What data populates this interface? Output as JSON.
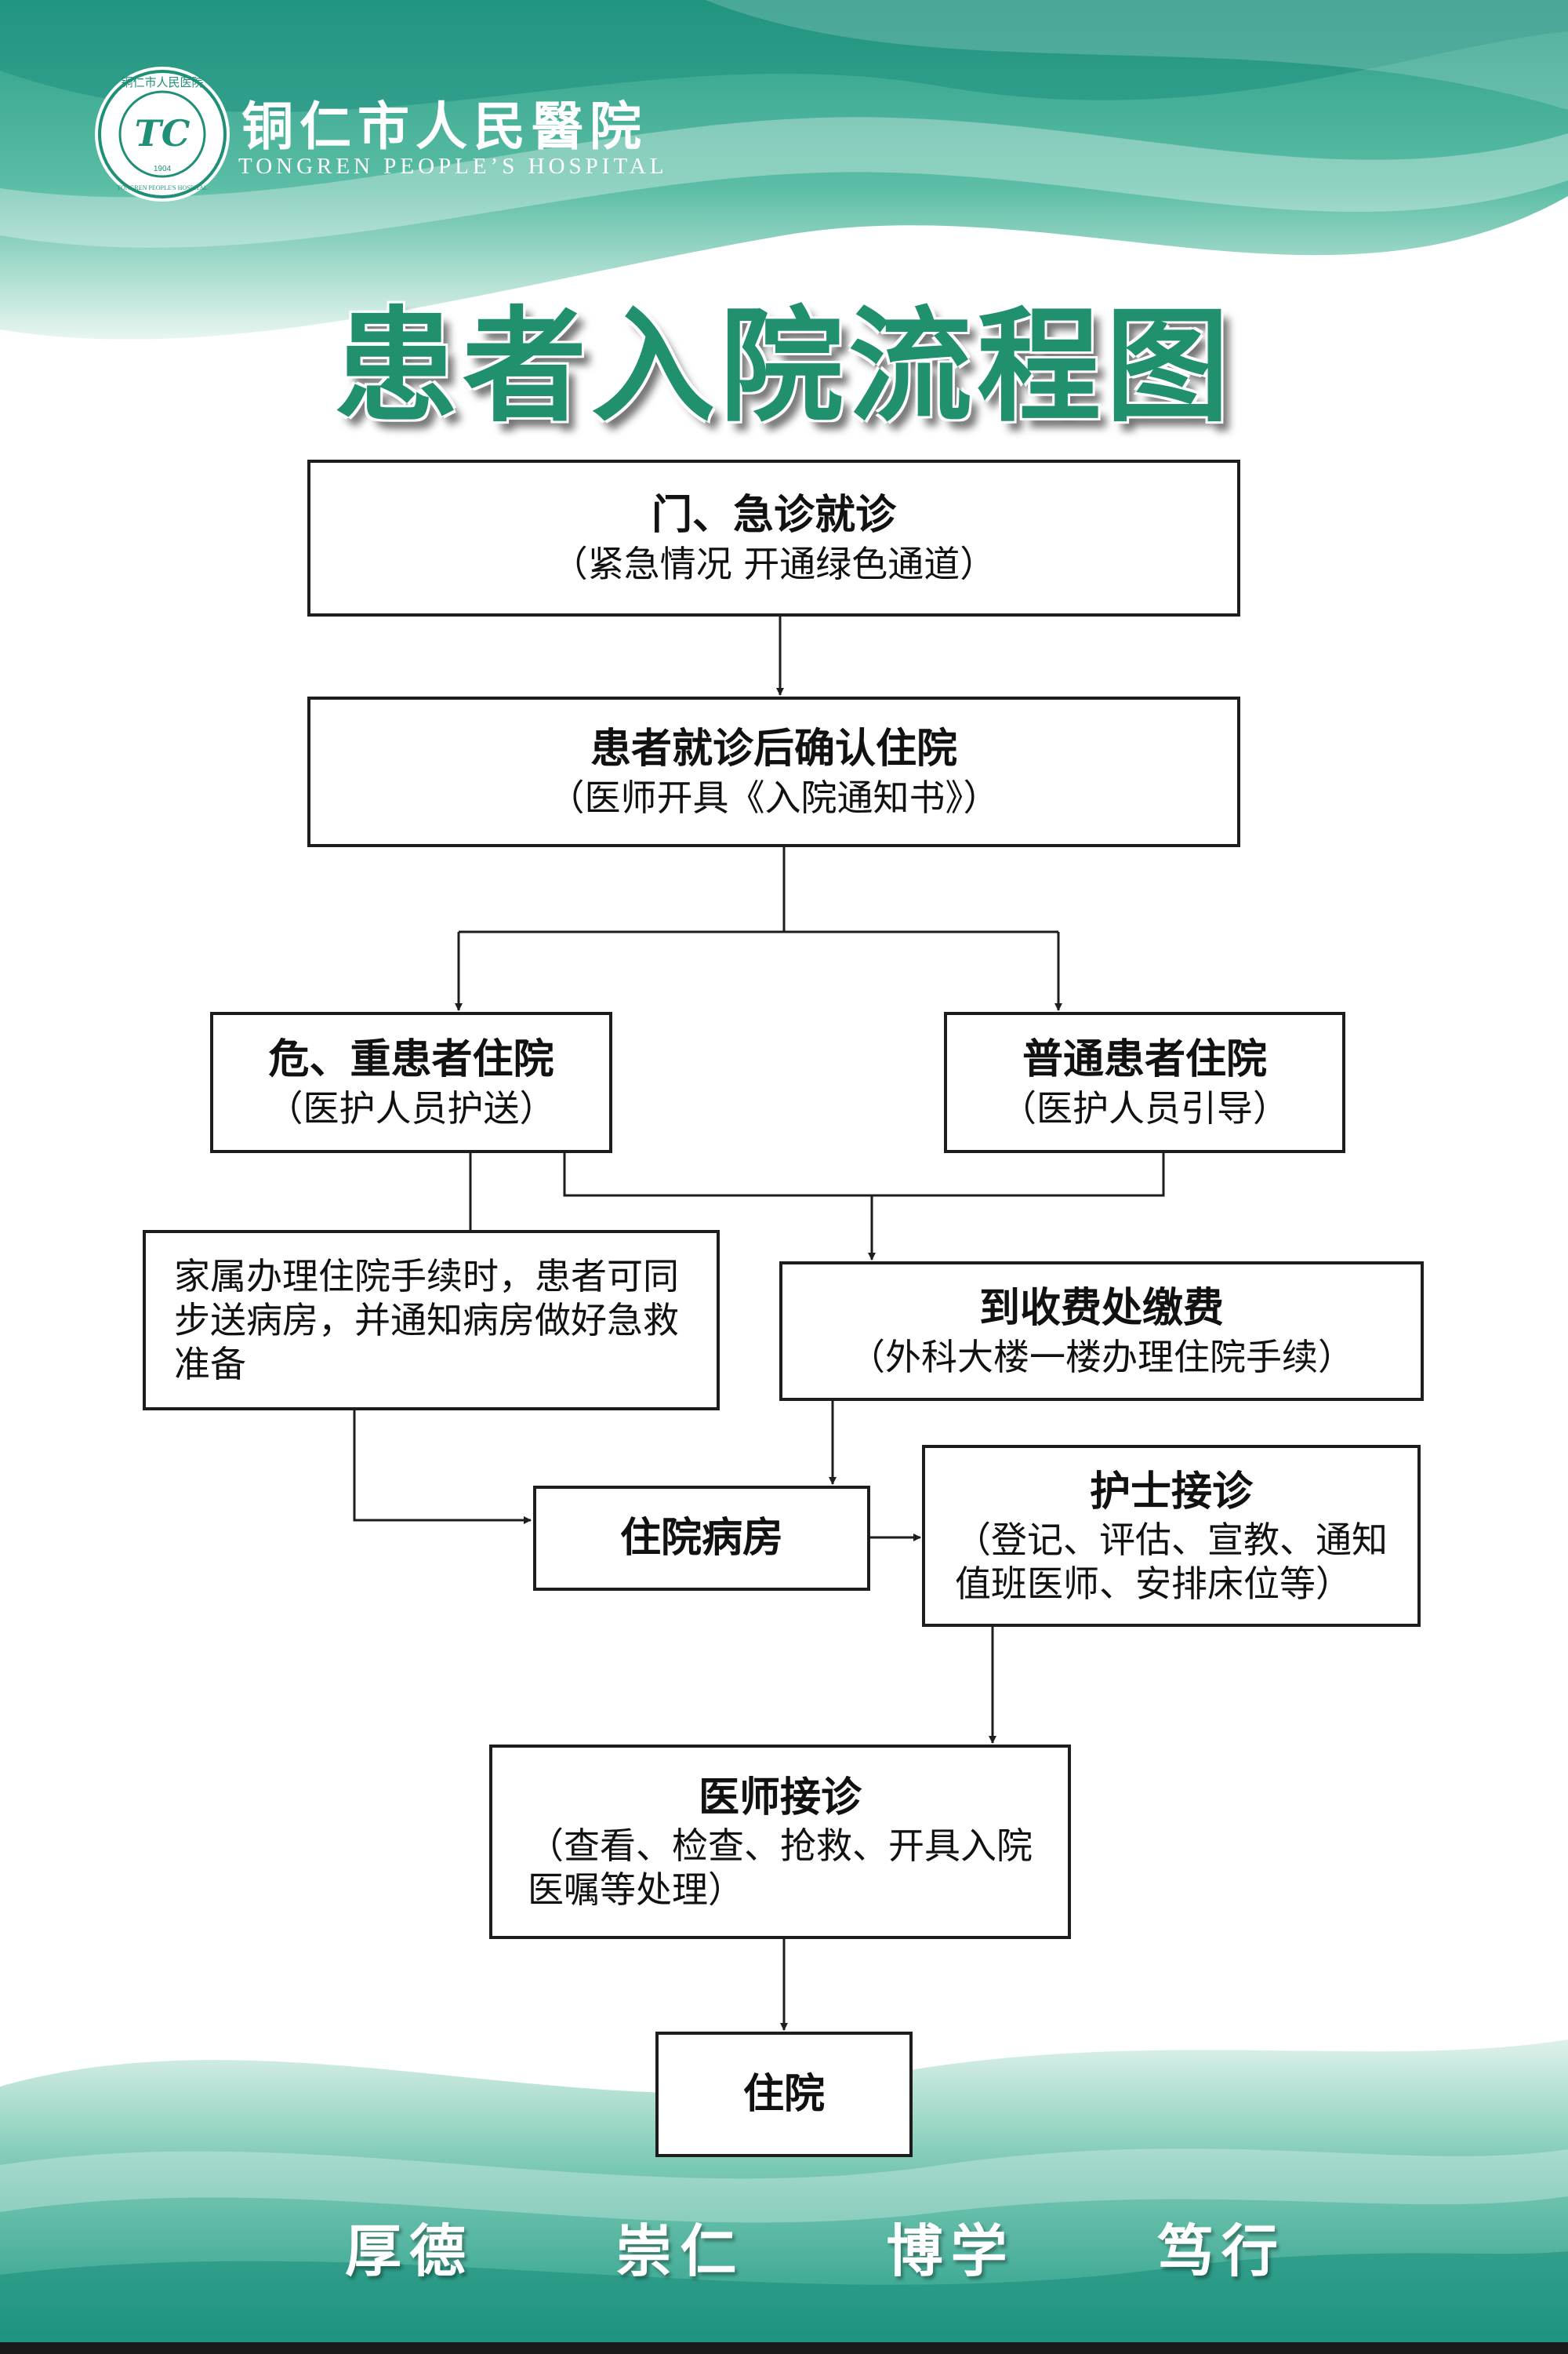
{
  "header": {
    "hospital_name_cn": "铜仁市人民醫院",
    "hospital_name_en": "TONGREN PEOPLE’S HOSPITAL",
    "logo": {
      "monogram": "TC",
      "ring_text": "铜仁市人民医院",
      "ring_text_en": "TONGREN PEOPLE'S HOSPITAL",
      "year": "1904"
    }
  },
  "title": "患者入院流程图",
  "flow": {
    "step_outpatient": {
      "title": "门、急诊就诊",
      "sub": "（紧急情况  开通绿色通道）"
    },
    "step_confirm": {
      "title": "患者就诊后确认住院",
      "sub": "（医师开具《入院通知书》）"
    },
    "step_critical": {
      "title": "危、重患者住院",
      "sub": "（医护人员护送）"
    },
    "step_normal": {
      "title": "普通患者住院",
      "sub": "（医护人员引导）"
    },
    "step_family": {
      "lines": [
        "家属办理住院手续时，患者可同",
        "步送病房，并通知病房做好急救",
        "准备"
      ]
    },
    "step_payment": {
      "title": "到收费处缴费",
      "sub": "（外科大楼一楼办理住院手续）"
    },
    "step_ward": {
      "title": "住院病房"
    },
    "step_nurse": {
      "title": "护士接诊",
      "lines": [
        "（登记、评估、宣教、通知",
        "值班医师、安排床位等）"
      ]
    },
    "step_doctor": {
      "title": "医师接诊",
      "lines": [
        "（查看、检查、抢救、开具入院",
        "医嘱等处理）"
      ]
    },
    "step_admitted": {
      "title": "住院"
    }
  },
  "motto": [
    "厚德",
    "崇仁",
    "博学",
    "笃行"
  ],
  "colors": {
    "brand_green": "#21906f",
    "teal": "#1b9f8a",
    "box_border": "#1d1d1d"
  }
}
